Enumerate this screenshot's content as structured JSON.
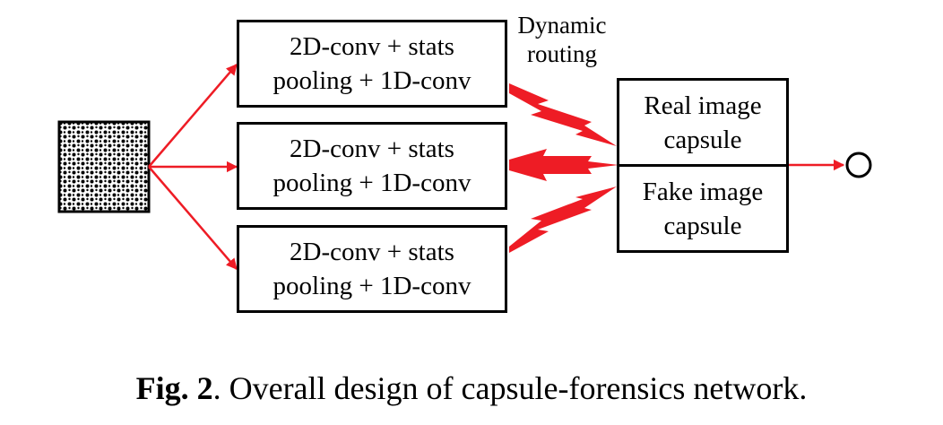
{
  "modules": [
    {
      "line1": "2D-conv + stats",
      "line2": "pooling + 1D-conv"
    },
    {
      "line1": "2D-conv + stats",
      "line2": "pooling + 1D-conv"
    },
    {
      "line1": "2D-conv + stats",
      "line2": "pooling + 1D-conv"
    }
  ],
  "routing_label": {
    "line1": "Dynamic",
    "line2": "routing"
  },
  "capsules": [
    {
      "line1": "Real image",
      "line2": "capsule"
    },
    {
      "line1": "Fake image",
      "line2": "capsule"
    }
  ],
  "caption": {
    "fig": "Fig. 2",
    "text": ". Overall design of capsule-forensics network."
  },
  "colors": {
    "arrow": "#ee1c25",
    "stroke": "#000000"
  }
}
